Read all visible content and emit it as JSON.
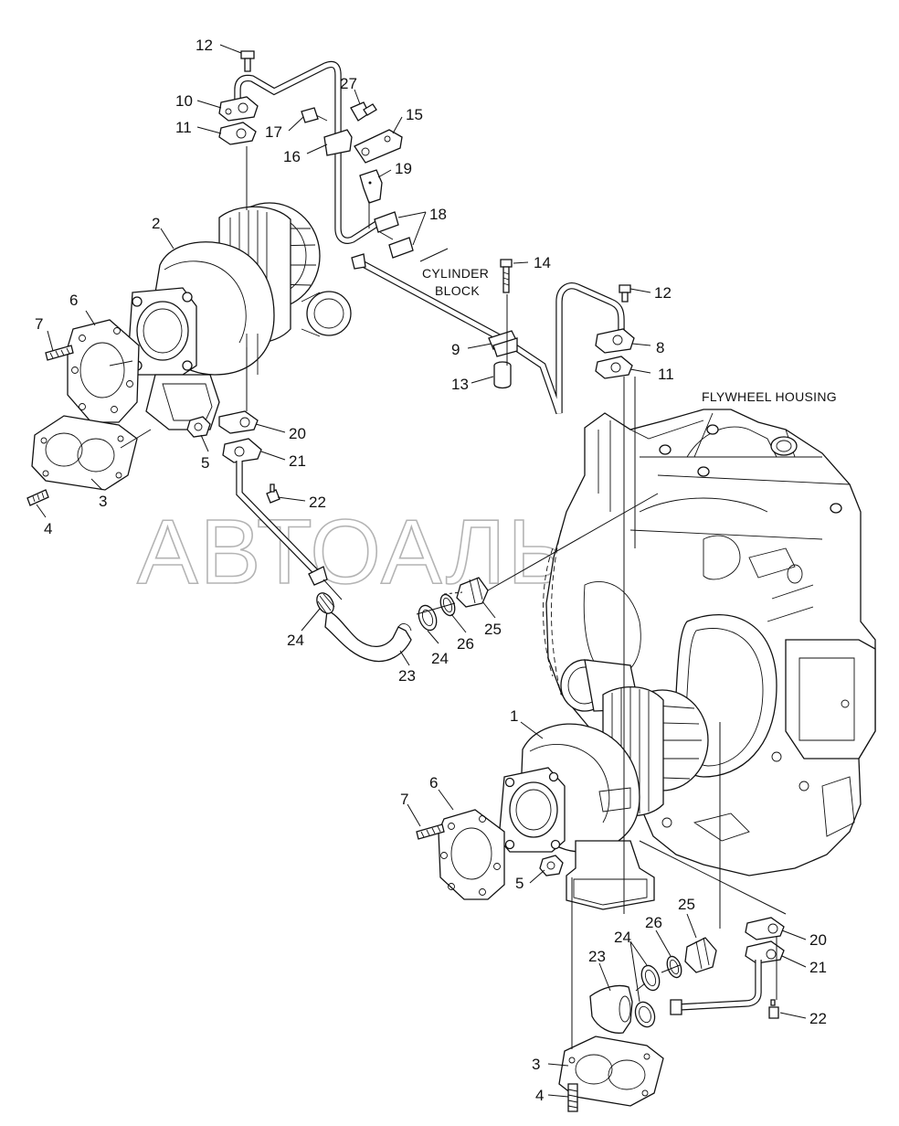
{
  "watermark": "АВТОАЛЬЯНС",
  "text_labels": {
    "cylinder_block_line1": "CYLINDER",
    "cylinder_block_line2": "BLOCK",
    "flywheel_housing": "FLYWHEEL HOUSING"
  },
  "part_callouts": [
    {
      "id": "c-12-a",
      "text": "12"
    },
    {
      "id": "c-10",
      "text": "10"
    },
    {
      "id": "c-11-a",
      "text": "11"
    },
    {
      "id": "c-27",
      "text": "27"
    },
    {
      "id": "c-17",
      "text": "17"
    },
    {
      "id": "c-15",
      "text": "15"
    },
    {
      "id": "c-16",
      "text": "16"
    },
    {
      "id": "c-19",
      "text": "19"
    },
    {
      "id": "c-18",
      "text": "18"
    },
    {
      "id": "c-2",
      "text": "2"
    },
    {
      "id": "c-14",
      "text": "14"
    },
    {
      "id": "c-12-b",
      "text": "12"
    },
    {
      "id": "c-6-a",
      "text": "6"
    },
    {
      "id": "c-7-a",
      "text": "7"
    },
    {
      "id": "c-9",
      "text": "9"
    },
    {
      "id": "c-8",
      "text": "8"
    },
    {
      "id": "c-13",
      "text": "13"
    },
    {
      "id": "c-11-b",
      "text": "11"
    },
    {
      "id": "c-20-a",
      "text": "20"
    },
    {
      "id": "c-5-a",
      "text": "5"
    },
    {
      "id": "c-21-a",
      "text": "21"
    },
    {
      "id": "c-22-a",
      "text": "22"
    },
    {
      "id": "c-3-a",
      "text": "3"
    },
    {
      "id": "c-4-a",
      "text": "4"
    },
    {
      "id": "c-25-a",
      "text": "25"
    },
    {
      "id": "c-24-a",
      "text": "24"
    },
    {
      "id": "c-24-b",
      "text": "24"
    },
    {
      "id": "c-26-a",
      "text": "26"
    },
    {
      "id": "c-23-a",
      "text": "23"
    },
    {
      "id": "c-1",
      "text": "1"
    },
    {
      "id": "c-6-b",
      "text": "6"
    },
    {
      "id": "c-7-b",
      "text": "7"
    },
    {
      "id": "c-5-b",
      "text": "5"
    },
    {
      "id": "c-25-b",
      "text": "25"
    },
    {
      "id": "c-26-b",
      "text": "26"
    },
    {
      "id": "c-24-c",
      "text": "24"
    },
    {
      "id": "c-23-b",
      "text": "23"
    },
    {
      "id": "c-20-b",
      "text": "20"
    },
    {
      "id": "c-21-b",
      "text": "21"
    },
    {
      "id": "c-22-b",
      "text": "22"
    },
    {
      "id": "c-3-b",
      "text": "3"
    },
    {
      "id": "c-4-b",
      "text": "4"
    }
  ]
}
